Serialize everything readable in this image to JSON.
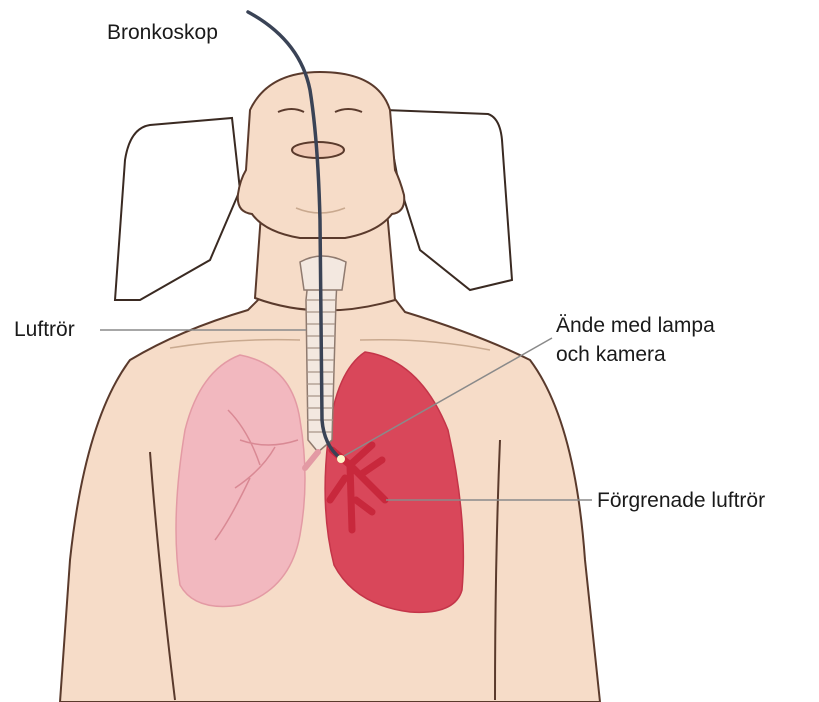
{
  "labels": {
    "bronchoscope": "Bronkoskop",
    "trachea": "Luftrör",
    "tip_line1": "Ände med lampa",
    "tip_line2": "och kamera",
    "branched_airways": "Förgrenade luftrör"
  },
  "colors": {
    "skin": "#f6dcc8",
    "skin_outline": "#5a3a2c",
    "pillow": "#ffffff",
    "lung_left": "#f2b8bf",
    "lung_right": "#d9475a",
    "bronchi": "#c8283c",
    "scope": "#3a4356",
    "leader_line": "#8a8a8a"
  }
}
